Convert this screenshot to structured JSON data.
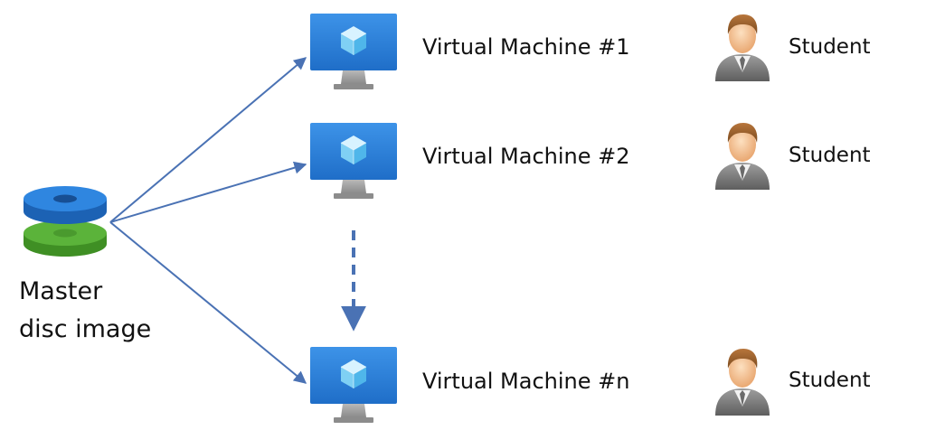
{
  "master": {
    "line1": "Master",
    "line2": "disc image",
    "icon": "disc-image-icon"
  },
  "vms": [
    {
      "label": "Virtual Machine #1",
      "icon": "monitor-cube-icon"
    },
    {
      "label": "Virtual Machine #2",
      "icon": "monitor-cube-icon"
    },
    {
      "label": "Virtual Machine #n",
      "icon": "monitor-cube-icon"
    }
  ],
  "students": [
    {
      "label": "Student",
      "icon": "student-avatar-icon"
    },
    {
      "label": "Student",
      "icon": "student-avatar-icon"
    },
    {
      "label": "Student",
      "icon": "student-avatar-icon"
    }
  ],
  "colors": {
    "arrow": "#4a72b4",
    "monitor_blue": "#2f7fd8",
    "stand_gray": "#9a9a9a",
    "disc_blue": "#2f86e0",
    "disc_green": "#5bb33a"
  }
}
